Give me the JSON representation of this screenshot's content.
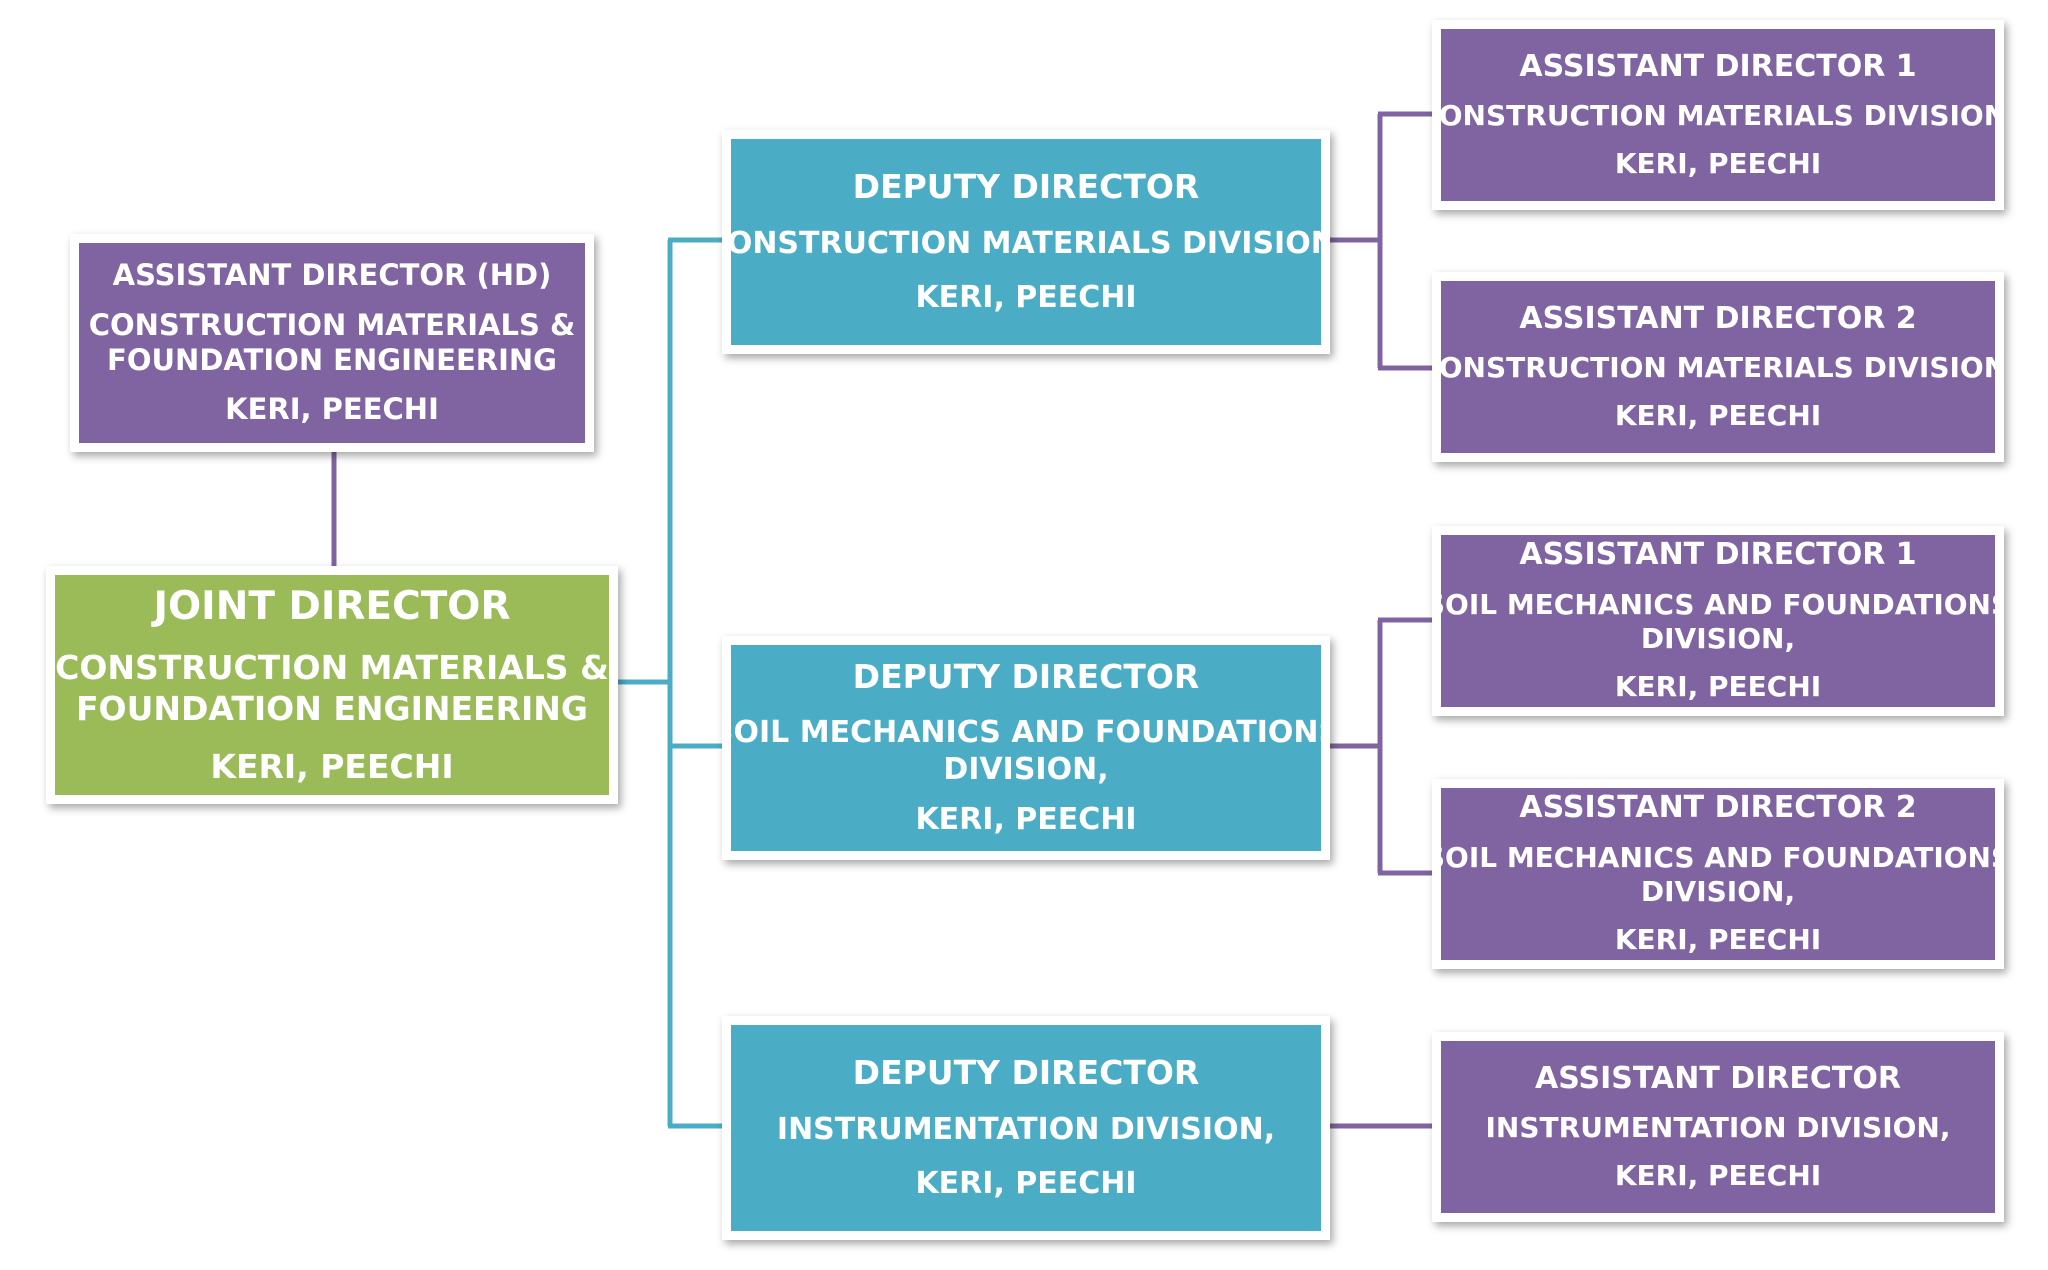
{
  "colors": {
    "purple": "#8064a2",
    "teal": "#4bacc6",
    "green": "#9bbb59",
    "text": "#ffffff"
  },
  "assistant_director_hd": {
    "title": "ASSISTANT DIRECTOR (HD)",
    "line1": "CONSTRUCTION MATERIALS  &",
    "line2": "FOUNDATION ENGINEERING",
    "location": "KERI, PEECHI"
  },
  "joint_director": {
    "title": "JOINT DIRECTOR",
    "line1": "CONSTRUCTION MATERIALS  &",
    "line2": "FOUNDATION ENGINEERING",
    "location": "KERI, PEECHI"
  },
  "deputy_directors": [
    {
      "title": "DEPUTY DIRECTOR",
      "division": "CONSTRUCTION MATERIALS DIVISION,",
      "location": "KERI, PEECHI"
    },
    {
      "title": "DEPUTY DIRECTOR",
      "division_line1": "SOIL MECHANICS AND FOUNDATIONS",
      "division_line2": "DIVISION,",
      "location": "KERI, PEECHI"
    },
    {
      "title": "DEPUTY DIRECTOR",
      "division": "INSTRUMENTATION DIVISION,",
      "location": "KERI, PEECHI"
    }
  ],
  "assistant_directors": [
    {
      "title": "ASSISTANT DIRECTOR 1",
      "division": "CONSTRUCTION MATERIALS DIVISION,",
      "location": "KERI, PEECHI"
    },
    {
      "title": "ASSISTANT DIRECTOR 2",
      "division": "CONSTRUCTION MATERIALS DIVISION,",
      "location": "KERI, PEECHI"
    },
    {
      "title": "ASSISTANT DIRECTOR 1",
      "division_line1": "SOIL MECHANICS AND FOUNDATIONS",
      "division_line2": "DIVISION,",
      "location": "KERI, PEECHI"
    },
    {
      "title": "ASSISTANT DIRECTOR 2",
      "division_line1": "SOIL MECHANICS AND FOUNDATIONS",
      "division_line2": "DIVISION,",
      "location": "KERI, PEECHI"
    },
    {
      "title": "ASSISTANT DIRECTOR",
      "division": "INSTRUMENTATION DIVISION,",
      "location": "KERI, PEECHI"
    }
  ]
}
